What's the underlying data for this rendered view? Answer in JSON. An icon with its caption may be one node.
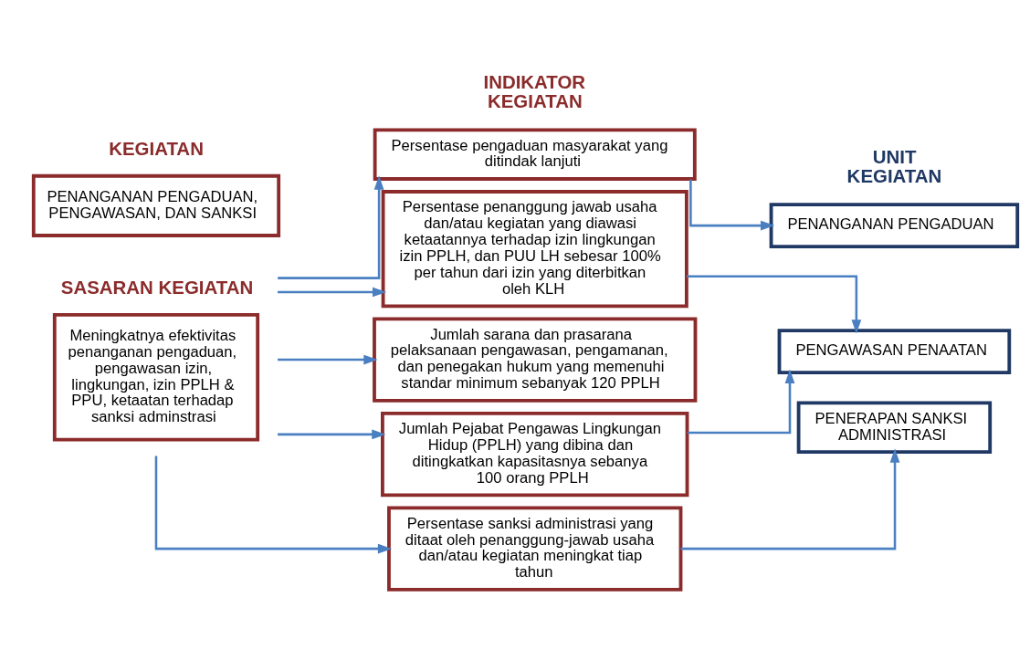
{
  "diagram": {
    "nodes": [
      {
        "text": [
          "KEGIATAN",
          "PENANGANAN PENGADUAN, PENGAWASAN, DAN SANKSI"
        ]
      },
      {
        "text": [
          "SASARAN KEGIATAN",
          "Meningkatnya efektivitas penanganan pengaduan, pengawasan izin, lingkungan, izin PPLH & PPU, ketaatan terhadap sanksi adminstrasi"
        ]
      },
      {
        "text": [
          "Persentase pengaduan masyarakat yang ditindak lanjuti"
        ]
      },
      {
        "text": [
          "Persentase penanggung jawab usaha dan/atau kegiatan yang diawasi ketaatannya terhadap izin lingkungan izin PPLH, dan PUU LH sebesar 100% per tahun dari izin yang diterbitkan oleh KLH"
        ]
      },
      {
        "text": [
          "Jumlah sarana dan prasarana pelaksanaan pengawasan, pengamanan, dan penegakan hukum yang memenuhi standar minimum sebanyak 120 PPLH"
        ]
      },
      {
        "text": [
          "Jumlah Pejabat Pengawas Lingkungan Hidup (PPLH) yang dibina dan ditingkatkan kapasitasnya sebanya 100 orang PPLH"
        ]
      },
      {
        "text": [
          "Persentase sanksi administrasi yang ditaat oleh penanggung-jawab usaha dan/atau kegiatan meningkat tiap tahun"
        ]
      },
      {
        "text": [
          "PENANGANAN PENGADUAN"
        ]
      },
      {
        "text": [
          "PENGAWASAN PENAATAN"
        ]
      },
      {
        "text": [
          "PENERAPAN SANKSI ADMINISTRASI"
        ]
      }
    ],
    "edges": [
      {
        "from": 1,
        "to": 2,
        "arrow": "to"
      },
      {
        "from": 1,
        "to": 3,
        "arrow": "to"
      },
      {
        "from": 1,
        "to": 4,
        "arrow": "to"
      },
      {
        "from": 1,
        "to": 5,
        "arrow": "to"
      },
      {
        "from": 1,
        "to": 6,
        "arrow": "to"
      },
      {
        "from": 2,
        "to": 7,
        "arrow": "to"
      },
      {
        "from": 3,
        "to": 8,
        "arrow": "to"
      },
      {
        "from": 5,
        "to": 8,
        "arrow": "to"
      },
      {
        "from": 6,
        "to": 9,
        "arrow": "to"
      }
    ],
    "labels": [
      "INDIKATOR KEGIATAN",
      "UNIT KEGIATAN"
    ]
  }
}
